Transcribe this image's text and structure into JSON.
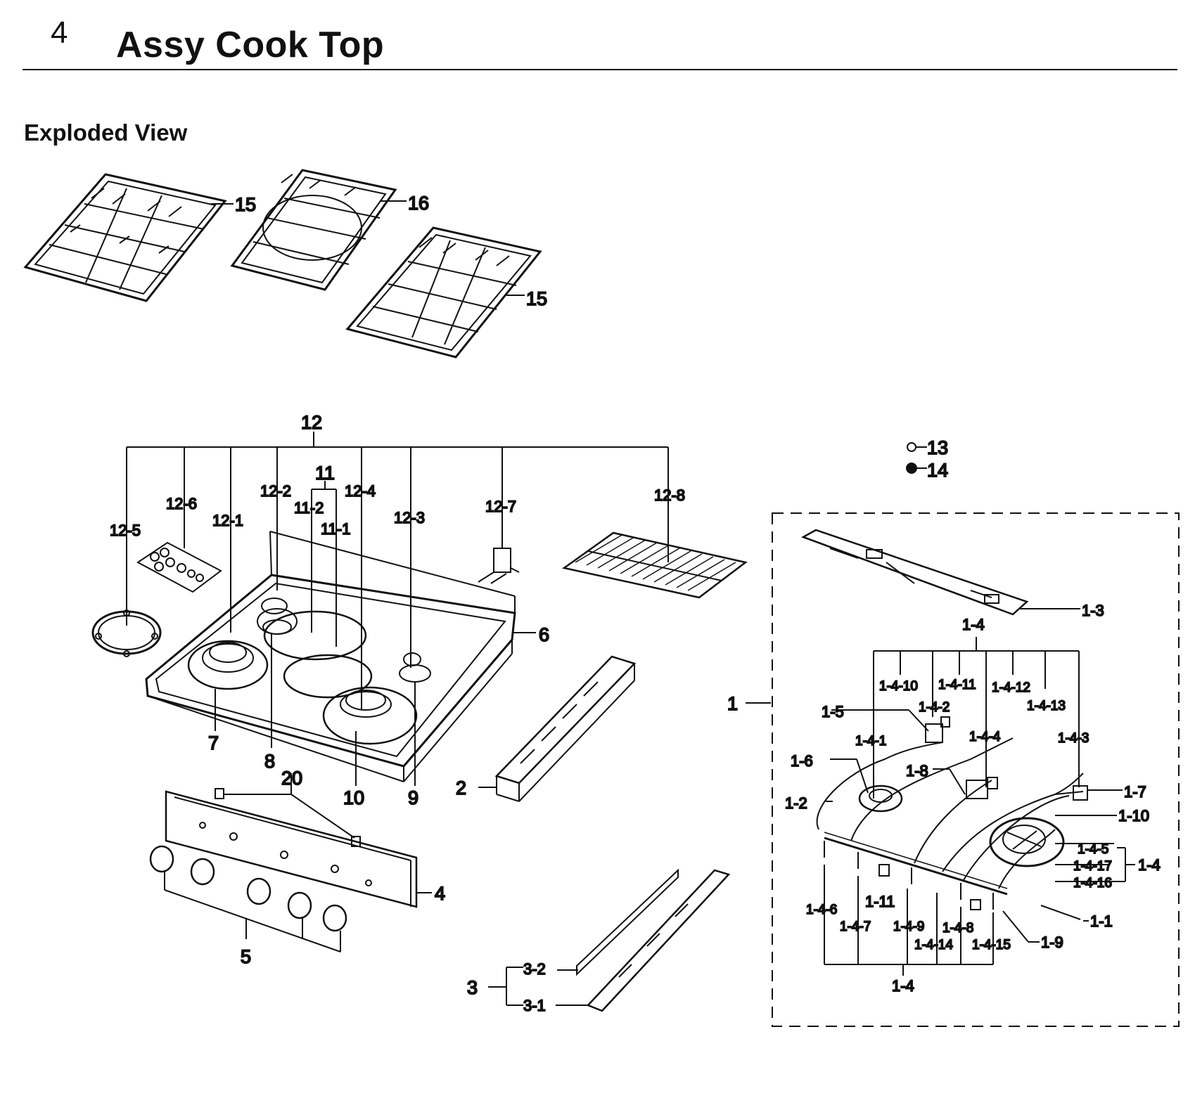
{
  "header": {
    "section_number": "4",
    "title": "Assy Cook Top",
    "subtitle": "Exploded View"
  },
  "callouts": {
    "c15a": "15",
    "c16": "16",
    "c15b": "15",
    "c12": "12",
    "c12_1": "12-1",
    "c12_2": "12-2",
    "c12_3": "12-3",
    "c12_4": "12-4",
    "c12_5": "12-5",
    "c12_6": "12-6",
    "c12_7": "12-7",
    "c12_8": "12-8",
    "c11": "11",
    "c11_1": "11-1",
    "c11_2": "11-2",
    "c6": "6",
    "c7": "7",
    "c8": "8",
    "c9": "9",
    "c10": "10",
    "c20": "20",
    "c2": "2",
    "c4": "4",
    "c5": "5",
    "c3": "3",
    "c3_1": "3-1",
    "c3_2": "3-2",
    "c13": "13",
    "c14": "14",
    "c1": "1",
    "c1_1": "1-1",
    "c1_2": "1-2",
    "c1_3": "1-3",
    "c1_4_top": "1-4",
    "c1_4_right": "1-4",
    "c1_4_bottom": "1-4",
    "c1_5": "1-5",
    "c1_6": "1-6",
    "c1_7": "1-7",
    "c1_8": "1-8",
    "c1_9": "1-9",
    "c1_10": "1-10",
    "c1_11": "1-11",
    "c1_4_1": "1-4-1",
    "c1_4_2": "1-4-2",
    "c1_4_3": "1-4-3",
    "c1_4_4": "1-4-4",
    "c1_4_5": "1-4-5",
    "c1_4_6": "1-4-6",
    "c1_4_7": "1-4-7",
    "c1_4_8": "1-4-8",
    "c1_4_9": "1-4-9",
    "c1_4_10": "1-4-10",
    "c1_4_11": "1-4-11",
    "c1_4_12": "1-4-12",
    "c1_4_13": "1-4-13",
    "c1_4_14": "1-4-14",
    "c1_4_15": "1-4-15",
    "c1_4_16": "1-4-16",
    "c1_4_17": "1-4-17"
  }
}
